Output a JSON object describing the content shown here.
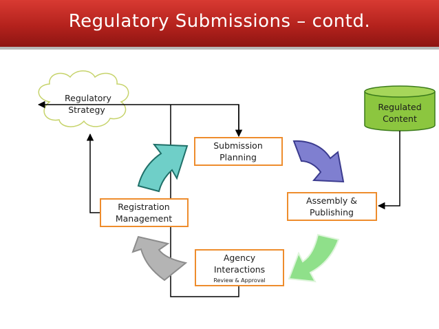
{
  "slide": {
    "title": "Regulatory Submissions – contd."
  },
  "diagram": {
    "nodes": {
      "regulatory_strategy": {
        "lines": [
          "Regulatory",
          "Strategy"
        ]
      },
      "regulated_content": {
        "lines": [
          "Regulated",
          "Content"
        ]
      },
      "submission_planning": {
        "lines": [
          "Submission",
          "Planning"
        ]
      },
      "assembly_publishing": {
        "lines": [
          "Assembly &",
          "Publishing"
        ]
      },
      "registration_management": {
        "lines": [
          "Registration",
          "Management"
        ]
      },
      "agency_interactions": {
        "lines": [
          "Agency",
          "Interactions"
        ],
        "subtext": "Review & Approval"
      }
    },
    "colors": {
      "box_border": "#ee8c2c",
      "cloud_border": "#c6d36a",
      "cylinder_fill": "#8cc63f",
      "cylinder_border": "#3a7a1a",
      "arrow_purple": "#7f7fd0",
      "arrow_green": "#8fe08a",
      "arrow_gray": "#b4b4b4",
      "arrow_teal": "#6fcfc8",
      "title_bar": "#c42a24"
    }
  }
}
